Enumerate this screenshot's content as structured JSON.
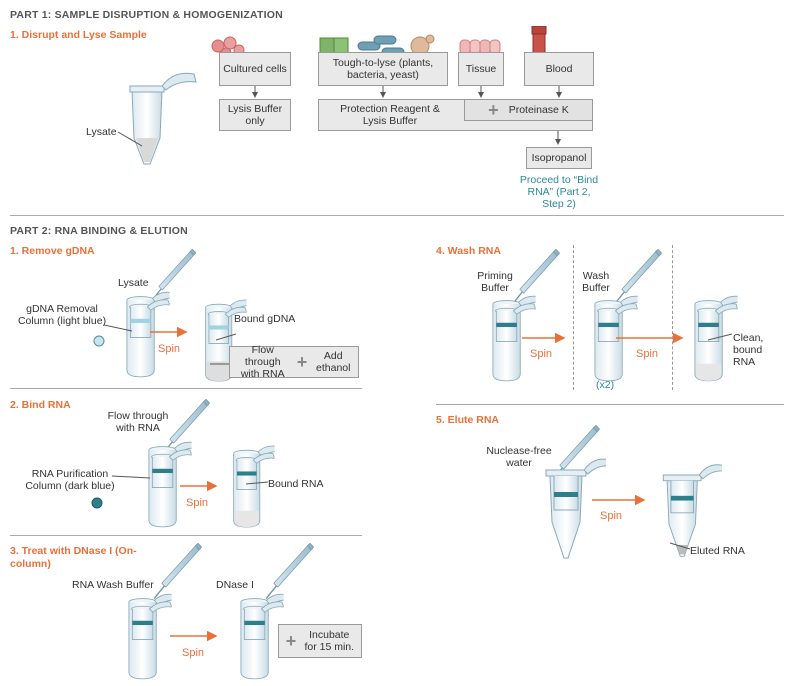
{
  "part1": {
    "title": "PART 1: SAMPLE DISRUPTION & HOMOGENIZATION",
    "step1": "1. Disrupt and Lyse Sample",
    "lysate": "Lysate",
    "cultured_cells": "Cultured cells",
    "lysis_buffer": "Lysis Buffer only",
    "tough_to_lyse": "Tough-to-lyse (plants, bacteria, yeast)",
    "tissue": "Tissue",
    "blood": "Blood",
    "protection_reagent": "Protection Reagent & Lysis Buffer",
    "proteinase_k": "Proteinase K",
    "isopropanol": "Isopropanol",
    "proceed": "Proceed to “Bind RNA” (Part 2, Step 2)"
  },
  "part2": {
    "title": "PART 2: RNA BINDING & ELUTION",
    "remove_gdna": {
      "title": "1. Remove gDNA",
      "lysate": "Lysate",
      "column": "gDNA Removal Column (light blue)",
      "bound": "Bound gDNA",
      "spin": "Spin",
      "flow_through": "Flow through with RNA",
      "add_ethanol": "Add ethanol"
    },
    "bind_rna": {
      "title": "2. Bind RNA",
      "flow_through": "Flow through with RNA",
      "column": "RNA Purification Column (dark blue)",
      "spin": "Spin",
      "bound": "Bound RNA"
    },
    "dnase": {
      "title": "3. Treat with DNase I (On-column)",
      "wash_buffer": "RNA Wash Buffer",
      "dnase": "DNase I",
      "spin": "Spin",
      "incubate": "Incubate for 15 min."
    },
    "wash": {
      "title": "4. Wash RNA",
      "priming": "Priming Buffer",
      "wash_buffer": "Wash Buffer",
      "spin1": "Spin",
      "spin2": "Spin",
      "x2": "(x2)",
      "clean": "Clean, bound RNA"
    },
    "elute": {
      "title": "5. Elute RNA",
      "water": "Nuclease-free water",
      "spin": "Spin",
      "eluted": "Eluted RNA"
    }
  },
  "colors": {
    "accent": "#e8703a",
    "teal": "#2b8a9b",
    "light_blue_column": "#9fd3e0",
    "dark_blue_column": "#2e7f8c",
    "blood": "#b8443c"
  }
}
